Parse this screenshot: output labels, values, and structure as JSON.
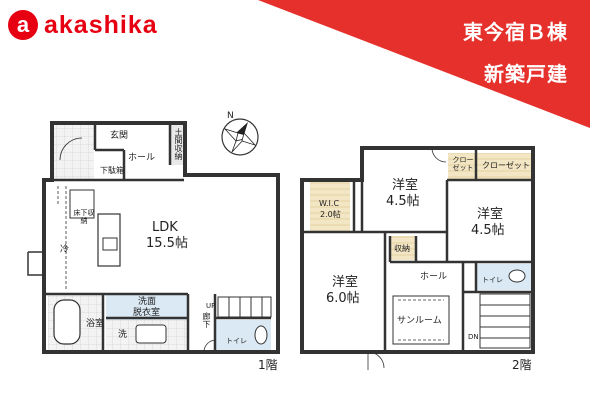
{
  "brand": {
    "logo_letter": "a",
    "name": "akashika",
    "color": "#e60012"
  },
  "banner": {
    "property": "東今宿Ｂ棟",
    "type": "新築戸建",
    "color": "#e5302b"
  },
  "compass": {
    "label": "N"
  },
  "floor1": {
    "label": "1階",
    "rooms": {
      "genkan": "玄関",
      "doma": "土間収納",
      "hall": "ホール",
      "getabako": "下駄箱",
      "ldk": "LDK",
      "ldk_size": "15.5帖",
      "yukashita": "床下収納",
      "rei": "冷",
      "yoku": "浴室",
      "senmen": "洗面",
      "datsui": "脱衣室",
      "sen": "洗",
      "rouka": "廊下",
      "toilet": "トイレ",
      "up": "UP"
    }
  },
  "floor2": {
    "label": "2階",
    "rooms": {
      "youshitsu_a": "洋室",
      "youshitsu_a_size": "4.5帖",
      "youshitsu_b": "洋室",
      "youshitsu_b_size": "4.5帖",
      "youshitsu_c": "洋室",
      "youshitsu_c_size": "6.0帖",
      "wic": "W.I.C",
      "wic_size": "2.0帖",
      "closet_small": "クロー ゼット",
      "closet": "クローゼット",
      "storage": "収納",
      "hall": "ホール",
      "toilet": "トイレ",
      "sunroom": "サンルーム",
      "dn": "DN"
    }
  }
}
